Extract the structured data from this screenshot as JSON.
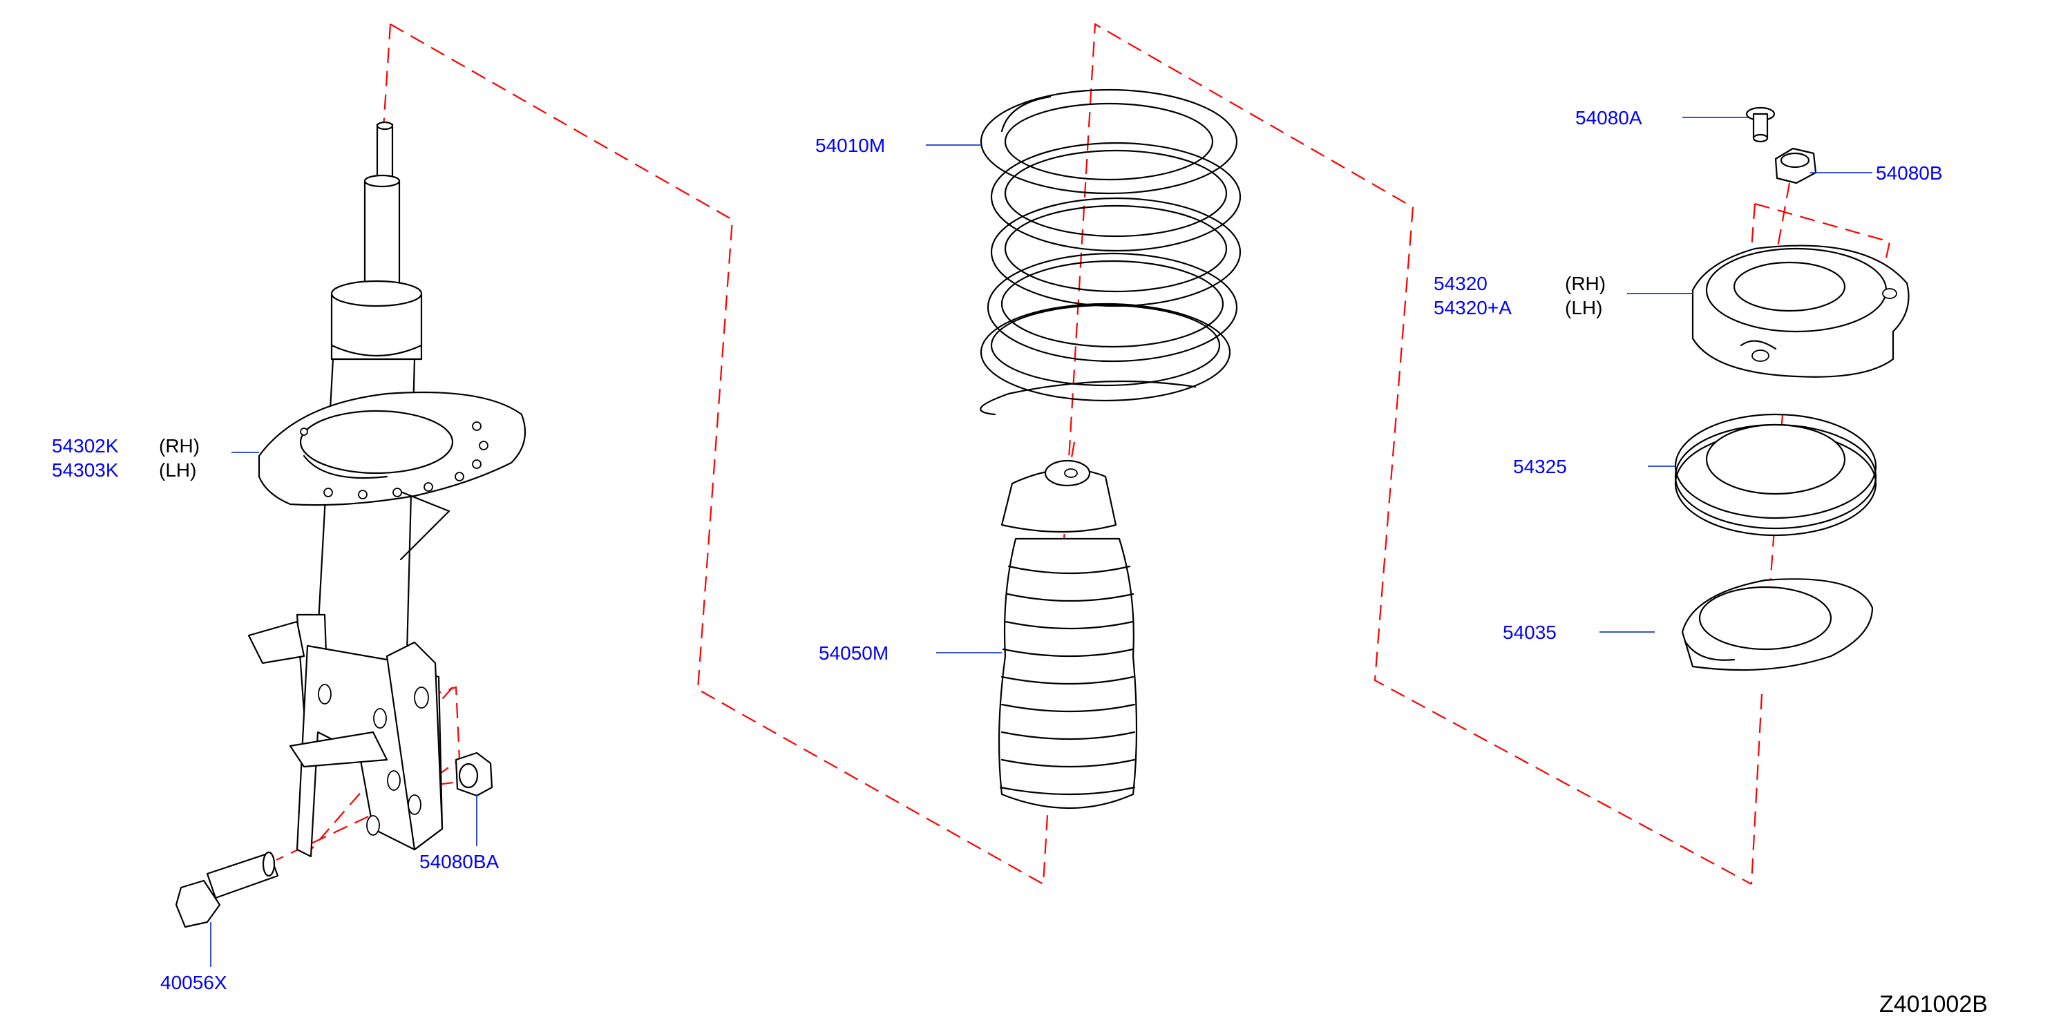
{
  "labels": {
    "strut_rh": "54302K",
    "strut_lh": "54303K",
    "rh": "(RH)",
    "lh": "(LH)",
    "spring": "54010M",
    "bumper": "54050M",
    "mount_rh": "54320",
    "mount_lh": "54320+A",
    "bearing": "54325",
    "seat": "54035",
    "nut_a": "54080A",
    "nut_b": "54080B",
    "nut_ba": "54080BA",
    "bolt": "40056X"
  },
  "diagram_code": "Z401002B",
  "colors": {
    "part_number": "#0000ff",
    "phantom_line": "#ff0000",
    "leader_line": "#1a3cc8",
    "outline": "#000000"
  }
}
